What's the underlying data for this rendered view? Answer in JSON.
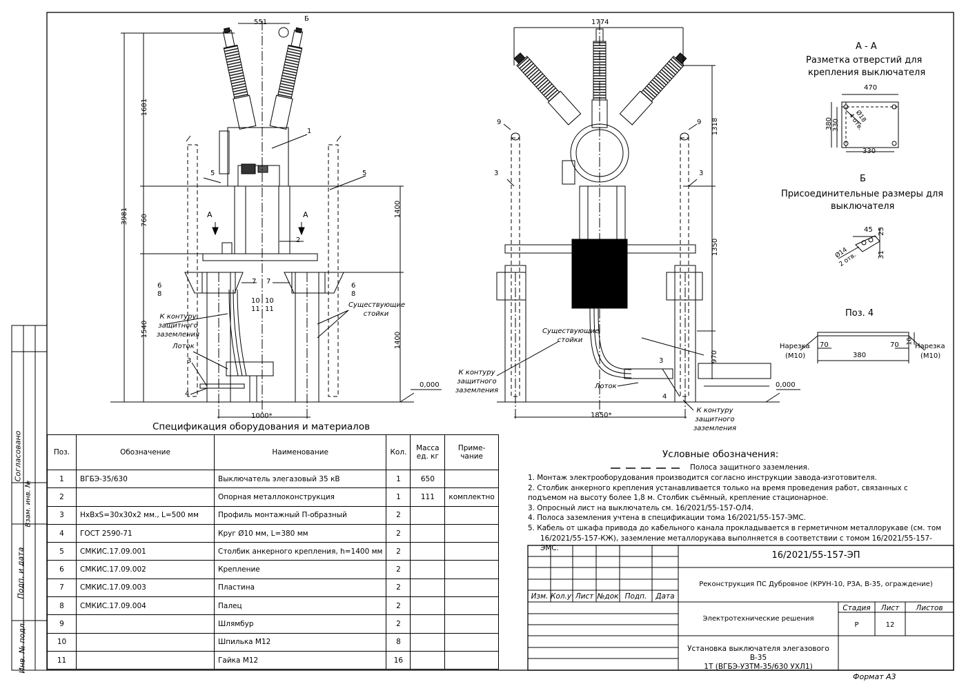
{
  "drawing": {
    "left_view": {
      "dim_top": "551",
      "dim_bottom": "1000*",
      "dims_left": [
        "3981",
        "1681",
        "760",
        "1540"
      ],
      "dims_right": [
        "1400",
        "1400"
      ],
      "callouts": [
        "Б",
        "1",
        "2",
        "5",
        "5",
        "6",
        "8",
        "6",
        "8",
        "7",
        "7",
        "10",
        "11",
        "10",
        "11",
        "3",
        "4",
        "А",
        "А"
      ],
      "label_ground_contour": "К контуру защитного заземления",
      "label_tray": "Лоток",
      "label_existing_posts": "Существующие стойки",
      "level": "0,000"
    },
    "right_view": {
      "dim_top": "1774",
      "dim_bottom": "1850*",
      "dims_right": [
        "1318",
        "1350",
        "970"
      ],
      "callouts": [
        "9",
        "9",
        "3",
        "3",
        "3",
        "4"
      ],
      "label_existing_posts": "Существующие стойки",
      "label_ground_contour_left": "К контуру защитного заземления",
      "label_ground_contour_right": "К контуру защитного заземления",
      "label_tray": "Лоток",
      "level": "0,000"
    },
    "section_aa": {
      "title": "А - А",
      "subtitle_line1": "Разметка отверстий для",
      "subtitle_line2": "крепления выключателя",
      "dim_470": "470",
      "dim_380": "380",
      "dim_330_v": "330",
      "dim_330_h": "330",
      "holes": "4 отв.",
      "hole_d": "Ø18"
    },
    "view_b": {
      "title": "Б",
      "subtitle_line1": "Присоединительные размеры для",
      "subtitle_line2": "выключателя",
      "dim_45": "45",
      "dim_25": "25",
      "dim_31": "31",
      "hole_d": "Ø14",
      "holes": "2 отв."
    },
    "pos4": {
      "title": "Поз. 4",
      "thread_label": "Нарезка",
      "thread_size": "(М10)",
      "dim_70_left": "70",
      "dim_70_right": "70",
      "dim_380": "380",
      "dim_10": "10"
    }
  },
  "spec": {
    "title": "Спецификация оборудования и материалов",
    "headers": {
      "pos": "Поз.",
      "designation": "Обозначение",
      "name": "Наименование",
      "qty": "Кол.",
      "mass_line1": "Масса",
      "mass_line2": "ед. кг",
      "note_line1": "Приме-",
      "note_line2": "чание"
    },
    "rows": [
      {
        "pos": "1",
        "designation": "ВГБЭ-35/630",
        "name": "Выключатель элегазовый 35 кВ",
        "qty": "1",
        "mass": "650",
        "note": ""
      },
      {
        "pos": "2",
        "designation": "",
        "name": "Опорная металлоконструкция",
        "qty": "1",
        "mass": "111",
        "note": "комплектно"
      },
      {
        "pos": "3",
        "designation": "HxBxS=30x30x2 мм., L=500 мм",
        "name": "Профиль монтажный П-образный",
        "qty": "2",
        "mass": "",
        "note": ""
      },
      {
        "pos": "4",
        "designation": "ГОСТ 2590-71",
        "name": "Круг Ø10 мм, L=380 мм",
        "qty": "2",
        "mass": "",
        "note": ""
      },
      {
        "pos": "5",
        "designation": "СМКИС.17.09.001",
        "name": "Столбик анкерного крепления, h=1400 мм",
        "qty": "2",
        "mass": "",
        "note": ""
      },
      {
        "pos": "6",
        "designation": "СМКИС.17.09.002",
        "name": "Крепление",
        "qty": "2",
        "mass": "",
        "note": ""
      },
      {
        "pos": "7",
        "designation": "СМКИС.17.09.003",
        "name": "Пластина",
        "qty": "2",
        "mass": "",
        "note": ""
      },
      {
        "pos": "8",
        "designation": "СМКИС.17.09.004",
        "name": "Палец",
        "qty": "2",
        "mass": "",
        "note": ""
      },
      {
        "pos": "9",
        "designation": "",
        "name": "Шлямбур",
        "qty": "2",
        "mass": "",
        "note": ""
      },
      {
        "pos": "10",
        "designation": "",
        "name": "Шпилька М12",
        "qty": "8",
        "mass": "",
        "note": ""
      },
      {
        "pos": "11",
        "designation": "",
        "name": "Гайка М12",
        "qty": "16",
        "mass": "",
        "note": ""
      }
    ]
  },
  "legend": {
    "title": "Условные обозначения:",
    "item": "Полоса защитного заземления."
  },
  "notes": [
    "1. Монтаж электрооборудования производится согласно инструкции завода-изготовителя.",
    "2. Столбик анкерного крепления устанавливается только на время проведения работ, связанных с подъемом на высоту более 1,8 м. Столбик съёмный, крепление стационарное.",
    "3. Опросный лист на выключатель см. 16/2021/55-157-ОЛ4.",
    "4. Полоса заземления учтена в спецификации тома 16/2021/55-157-ЭМС.",
    "5.  Кабель от шкафа привода до кабельного канала прокладывается в герметичном металлорукаве (см. том 16/2021/55-157-КЖ), заземление металлорукава выполняется в соответствии с томом 16/2021/55-157-ЭМС."
  ],
  "title_block": {
    "code": "16/2021/55-157-ЭП",
    "project": "Реконструкция ПС Дубровное (КРУН-10, РЗА, В-35, ограждение)",
    "section": "Электротехнические решения",
    "sheet_title_line1": "Установка выключателя элегазового В-35",
    "sheet_title_line2": "1Т (ВГБЭ-УЗТМ-35/630 УХЛ1)",
    "col_headers": [
      "Изм.",
      "Кол.уч",
      "Лист",
      "№док",
      "Подп.",
      "Дата"
    ],
    "stage_label": "Стадия",
    "sheet_label": "Лист",
    "sheets_label": "Листов",
    "stage": "Р",
    "sheet": "12",
    "sheets": ""
  },
  "side_stamp": {
    "agreed": "Согласовано",
    "inv_replace": "Взам. инв. №",
    "sign_date": "Подп. и дата",
    "inv_orig": "Инв. № подл."
  },
  "format": "Формат А3"
}
